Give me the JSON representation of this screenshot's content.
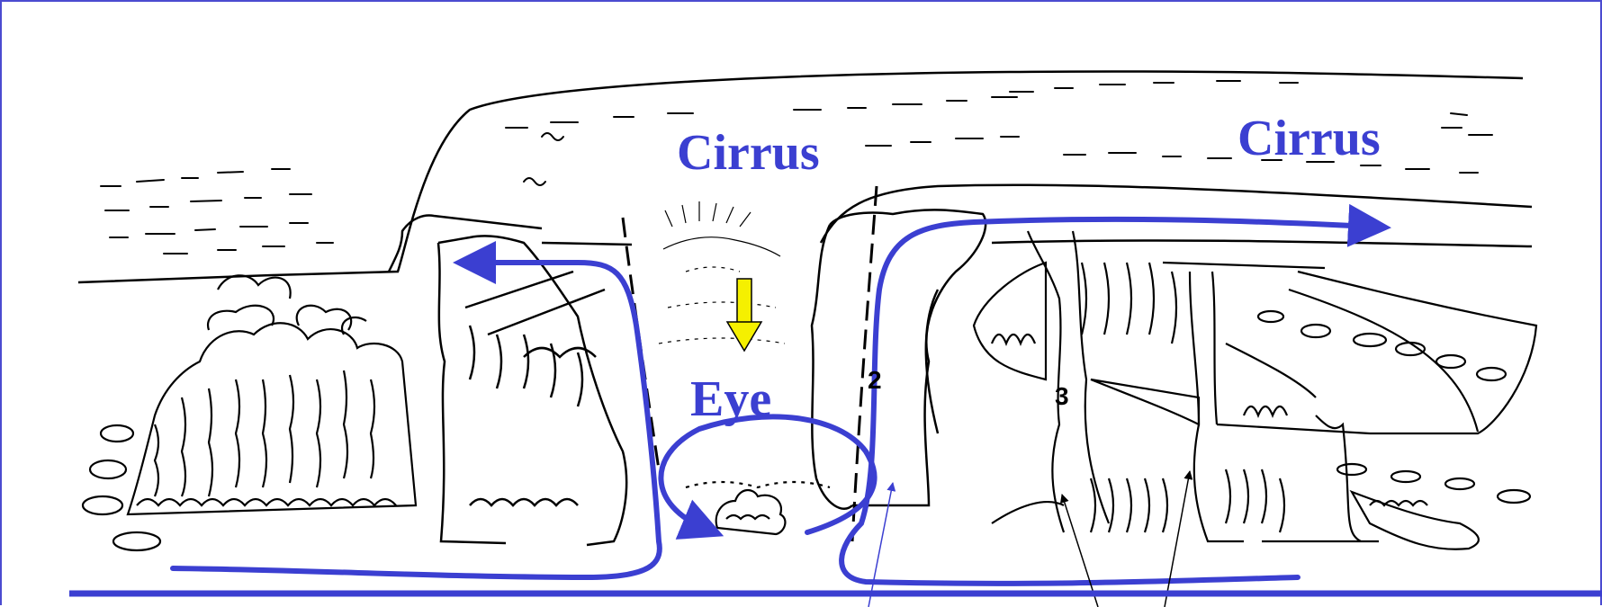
{
  "labels": {
    "cirrus_left": "Cirrus",
    "cirrus_right": "Cirrus",
    "eye": "Eye",
    "marker_2": "2",
    "marker_3": "3"
  },
  "colors": {
    "flow_arrow": "#3b3fd1",
    "subsidence_arrow": "#f5f000",
    "ink": "#000000",
    "label": "#3b3fd1"
  }
}
